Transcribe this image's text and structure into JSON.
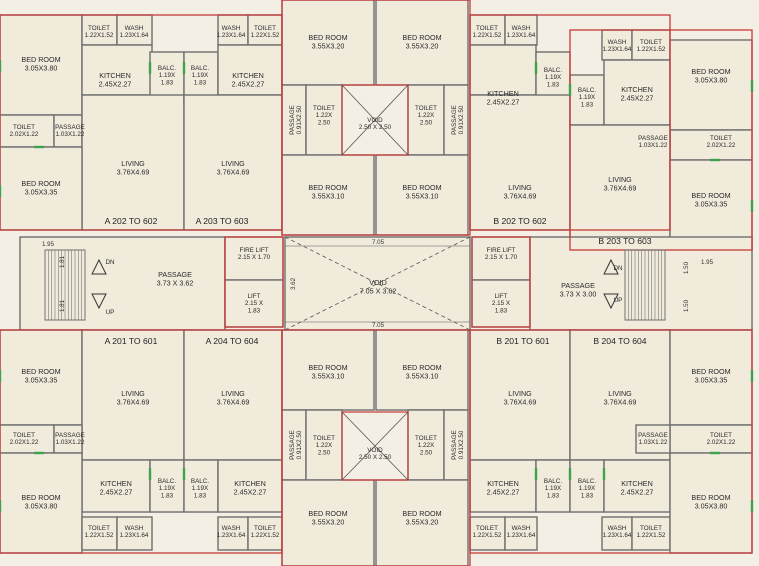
{
  "colors": {
    "background": "#f3efe4",
    "room_fill": "#f1ebdc",
    "wall": "#6e6e6e",
    "outer_wall": "#c83a3a",
    "window": "#3fa34d",
    "text": "#2a2a2a"
  },
  "units": [
    {
      "id": "u-a-202",
      "label": "A 202 TO 602"
    },
    {
      "id": "u-a-203",
      "label": "A 203 TO 603"
    },
    {
      "id": "u-b-202",
      "label": "B 202 TO 602"
    },
    {
      "id": "u-b-203",
      "label": "B 203 TO 603"
    },
    {
      "id": "u-a-201",
      "label": "A 201 TO 601"
    },
    {
      "id": "u-a-204",
      "label": "A 204 TO 604"
    },
    {
      "id": "u-b-201",
      "label": "B 201 TO 601"
    },
    {
      "id": "u-b-204",
      "label": "B 204 TO 604"
    }
  ],
  "rooms": [
    {
      "id": "r1",
      "name": "BED ROOM",
      "dims": "3.05X3.80"
    },
    {
      "id": "r2",
      "name": "TOILET",
      "dims": "1.22X1.52"
    },
    {
      "id": "r3",
      "name": "WASH",
      "dims": "1.23X1.64"
    },
    {
      "id": "r4",
      "name": "KITCHEN",
      "dims": "2.45X2.27"
    },
    {
      "id": "r5",
      "name": "BALC.",
      "dims": "1.19X\n1.83"
    },
    {
      "id": "r6",
      "name": "TOILET",
      "dims": "2.02X1.22"
    },
    {
      "id": "r7",
      "name": "PASSAGE",
      "dims": "1.03X1.22"
    },
    {
      "id": "r8",
      "name": "LIVING",
      "dims": "3.76X4.69"
    },
    {
      "id": "r9",
      "name": "BED ROOM",
      "dims": "3.05X3.35"
    },
    {
      "id": "r10",
      "name": "BALC.",
      "dims": "1.19X\n1.83"
    },
    {
      "id": "r11",
      "name": "KITCHEN",
      "dims": "2.45X2.27"
    },
    {
      "id": "r12",
      "name": "WASH",
      "dims": "1.23X1.64"
    },
    {
      "id": "r13",
      "name": "TOILET",
      "dims": "1.22X1.52"
    },
    {
      "id": "r14",
      "name": "LIVING",
      "dims": "3.76X4.69"
    },
    {
      "id": "r15",
      "name": "BED ROOM",
      "dims": "3.55X3.20"
    },
    {
      "id": "r16",
      "name": "BED ROOM",
      "dims": "3.55X3.20"
    },
    {
      "id": "r17",
      "name": "TOILET",
      "dims": "1.22X\n2.50"
    },
    {
      "id": "r18",
      "name": "VOID",
      "dims": "2.50 X 2.50"
    },
    {
      "id": "r19",
      "name": "TOILET",
      "dims": "1.22X\n2.50"
    },
    {
      "id": "r20",
      "name": "BED ROOM",
      "dims": "3.55X3.10"
    },
    {
      "id": "r21",
      "name": "BED ROOM",
      "dims": "3.55X3.10"
    },
    {
      "id": "r22",
      "name": "TOILET",
      "dims": "1.22X1.52"
    },
    {
      "id": "r23",
      "name": "WASH",
      "dims": "1.23X1.64"
    },
    {
      "id": "r24",
      "name": "KITCHEN",
      "dims": "2.45X2.27"
    },
    {
      "id": "r25",
      "name": "BALC.",
      "dims": "1.19X\n1.83"
    },
    {
      "id": "r26",
      "name": "LIVING",
      "dims": "3.76X4.69"
    },
    {
      "id": "r27",
      "name": "WASH",
      "dims": "1.23X1.64"
    },
    {
      "id": "r28",
      "name": "TOILET",
      "dims": "1.22X1.52"
    },
    {
      "id": "r29",
      "name": "BALC.",
      "dims": "1.19X\n1.83"
    },
    {
      "id": "r30",
      "name": "KITCHEN",
      "dims": "2.45X2.27"
    },
    {
      "id": "r31",
      "name": "BED ROOM",
      "dims": "3.05X3.80"
    },
    {
      "id": "r32",
      "name": "PASSAGE",
      "dims": "1.03X1.22"
    },
    {
      "id": "r33",
      "name": "TOILET",
      "dims": "2.02X1.22"
    },
    {
      "id": "r34",
      "name": "LIVING",
      "dims": "3.76X4.69"
    },
    {
      "id": "r35",
      "name": "BED ROOM",
      "dims": "3.05X3.35"
    },
    {
      "id": "r36",
      "name": "PASSAGE",
      "dims": "3.73 X 3.62"
    },
    {
      "id": "r37",
      "name": "FIRE LIFT",
      "dims": "2.15 X 1.70"
    },
    {
      "id": "r38",
      "name": "LIFT",
      "dims": "2.15 X\n1.83"
    },
    {
      "id": "r39",
      "name": "VOID",
      "dims": "7.05 X 3.62"
    },
    {
      "id": "r40",
      "name": "FIRE LIFT",
      "dims": "2.15 X 1.70"
    },
    {
      "id": "r41",
      "name": "LIFT",
      "dims": "2.15 X\n1.83"
    },
    {
      "id": "r42",
      "name": "PASSAGE",
      "dims": "3.73 X 3.00"
    },
    {
      "id": "r43",
      "name": "BED ROOM",
      "dims": "3.05X3.35"
    },
    {
      "id": "r44",
      "name": "LIVING",
      "dims": "3.76X4.69"
    },
    {
      "id": "r45",
      "name": "TOILET",
      "dims": "2.02X1.22"
    },
    {
      "id": "r46",
      "name": "PASSAGE",
      "dims": "1.03X1.22"
    },
    {
      "id": "r47",
      "name": "KITCHEN",
      "dims": "2.45X2.27"
    },
    {
      "id": "r48",
      "name": "BALC.",
      "dims": "1.19X\n1.83"
    },
    {
      "id": "r49",
      "name": "BED ROOM",
      "dims": "3.05X3.80"
    },
    {
      "id": "r50",
      "name": "TOILET",
      "dims": "1.22X1.52"
    },
    {
      "id": "r51",
      "name": "WASH",
      "dims": "1.23X1.64"
    },
    {
      "id": "r52",
      "name": "LIVING",
      "dims": "3.76X4.69"
    },
    {
      "id": "r53",
      "name": "BALC.",
      "dims": "1.19X\n1.83"
    },
    {
      "id": "r54",
      "name": "KITCHEN",
      "dims": "2.45X2.27"
    },
    {
      "id": "r55",
      "name": "WASH",
      "dims": "1.23X1.64"
    },
    {
      "id": "r56",
      "name": "TOILET",
      "dims": "1.22X1.52"
    },
    {
      "id": "r57",
      "name": "BED ROOM",
      "dims": "3.55X3.10"
    },
    {
      "id": "r58",
      "name": "BED ROOM",
      "dims": "3.55X3.10"
    },
    {
      "id": "r59",
      "name": "TOILET",
      "dims": "1.22X\n2.50"
    },
    {
      "id": "r60",
      "name": "VOID",
      "dims": "2.50 X 2.50"
    },
    {
      "id": "r61",
      "name": "TOILET",
      "dims": "1.22X\n2.50"
    },
    {
      "id": "r62",
      "name": "BED ROOM",
      "dims": "3.55X3.20"
    },
    {
      "id": "r63",
      "name": "BED ROOM",
      "dims": "3.55X3.20"
    },
    {
      "id": "r64",
      "name": "LIVING",
      "dims": "3.76X4.69"
    },
    {
      "id": "r65",
      "name": "KITCHEN",
      "dims": "2.45X2.27"
    },
    {
      "id": "r66",
      "name": "BALC.",
      "dims": "1.19X\n1.83"
    },
    {
      "id": "r67",
      "name": "TOILET",
      "dims": "1.22X1.52"
    },
    {
      "id": "r68",
      "name": "WASH",
      "dims": "1.23X1.64"
    },
    {
      "id": "r69",
      "name": "LIVING",
      "dims": "3.76X4.69"
    },
    {
      "id": "r70",
      "name": "BALC.",
      "dims": "1.19X\n1.83"
    },
    {
      "id": "r71",
      "name": "KITCHEN",
      "dims": "2.45X2.27"
    },
    {
      "id": "r72",
      "name": "WASH",
      "dims": "1.23X1.64"
    },
    {
      "id": "r73",
      "name": "TOILET",
      "dims": "1.22X1.52"
    },
    {
      "id": "r74",
      "name": "BED ROOM",
      "dims": "3.05X3.35"
    },
    {
      "id": "r75",
      "name": "TOILET",
      "dims": "2.02X1.22"
    },
    {
      "id": "r76",
      "name": "PASSAGE",
      "dims": "1.03X1.22"
    },
    {
      "id": "r77",
      "name": "BED ROOM",
      "dims": "3.05X3.80"
    }
  ],
  "vertical_labels": [
    {
      "id": "v1",
      "text": "PASSAGE\n0.91X2.50"
    },
    {
      "id": "v2",
      "text": "PASSAGE\n0.91X2.50"
    },
    {
      "id": "v3",
      "text": "PASSAGE\n0.91X2.50"
    },
    {
      "id": "v4",
      "text": "PASSAGE\n0.91X2.50"
    }
  ],
  "stairs": [
    {
      "id": "s1",
      "dn": "DN",
      "up": "UP",
      "width": "1.95",
      "rise_top": "1.81",
      "rise_bottom": "1.81"
    },
    {
      "id": "s2",
      "dn": "DN",
      "up": "UP",
      "width": "1.95",
      "rise_top": "1.50",
      "rise_bottom": "1.50"
    }
  ],
  "dimensions": {
    "void_top": "7.05",
    "void_bottom": "7.05",
    "void_side": "3.62"
  }
}
